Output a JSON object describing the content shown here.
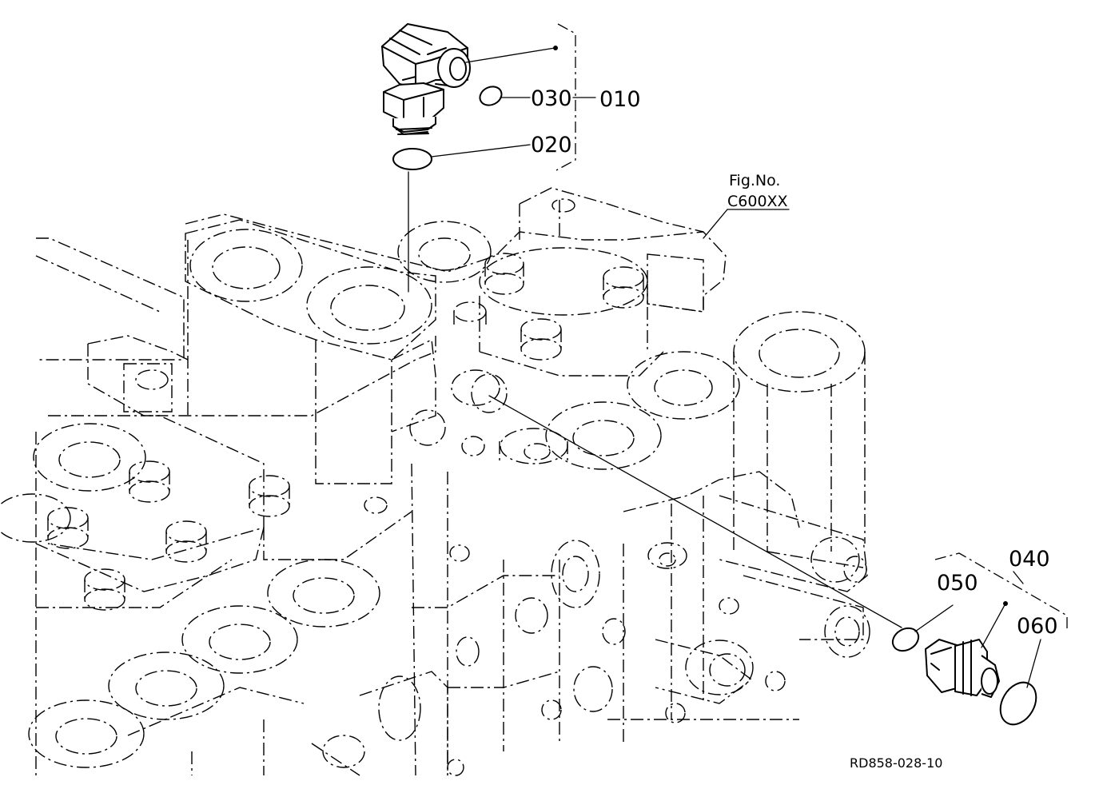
{
  "parts": [
    {
      "id": "p010",
      "label": "010"
    },
    {
      "id": "p020",
      "label": "020"
    },
    {
      "id": "p030",
      "label": "030"
    },
    {
      "id": "p040",
      "label": "040"
    },
    {
      "id": "p050",
      "label": "050"
    },
    {
      "id": "p060",
      "label": "060"
    }
  ],
  "figure_ref": {
    "line1": "Fig.No.",
    "line2": "C600XX"
  },
  "drawing_code": "RD858-028-10"
}
